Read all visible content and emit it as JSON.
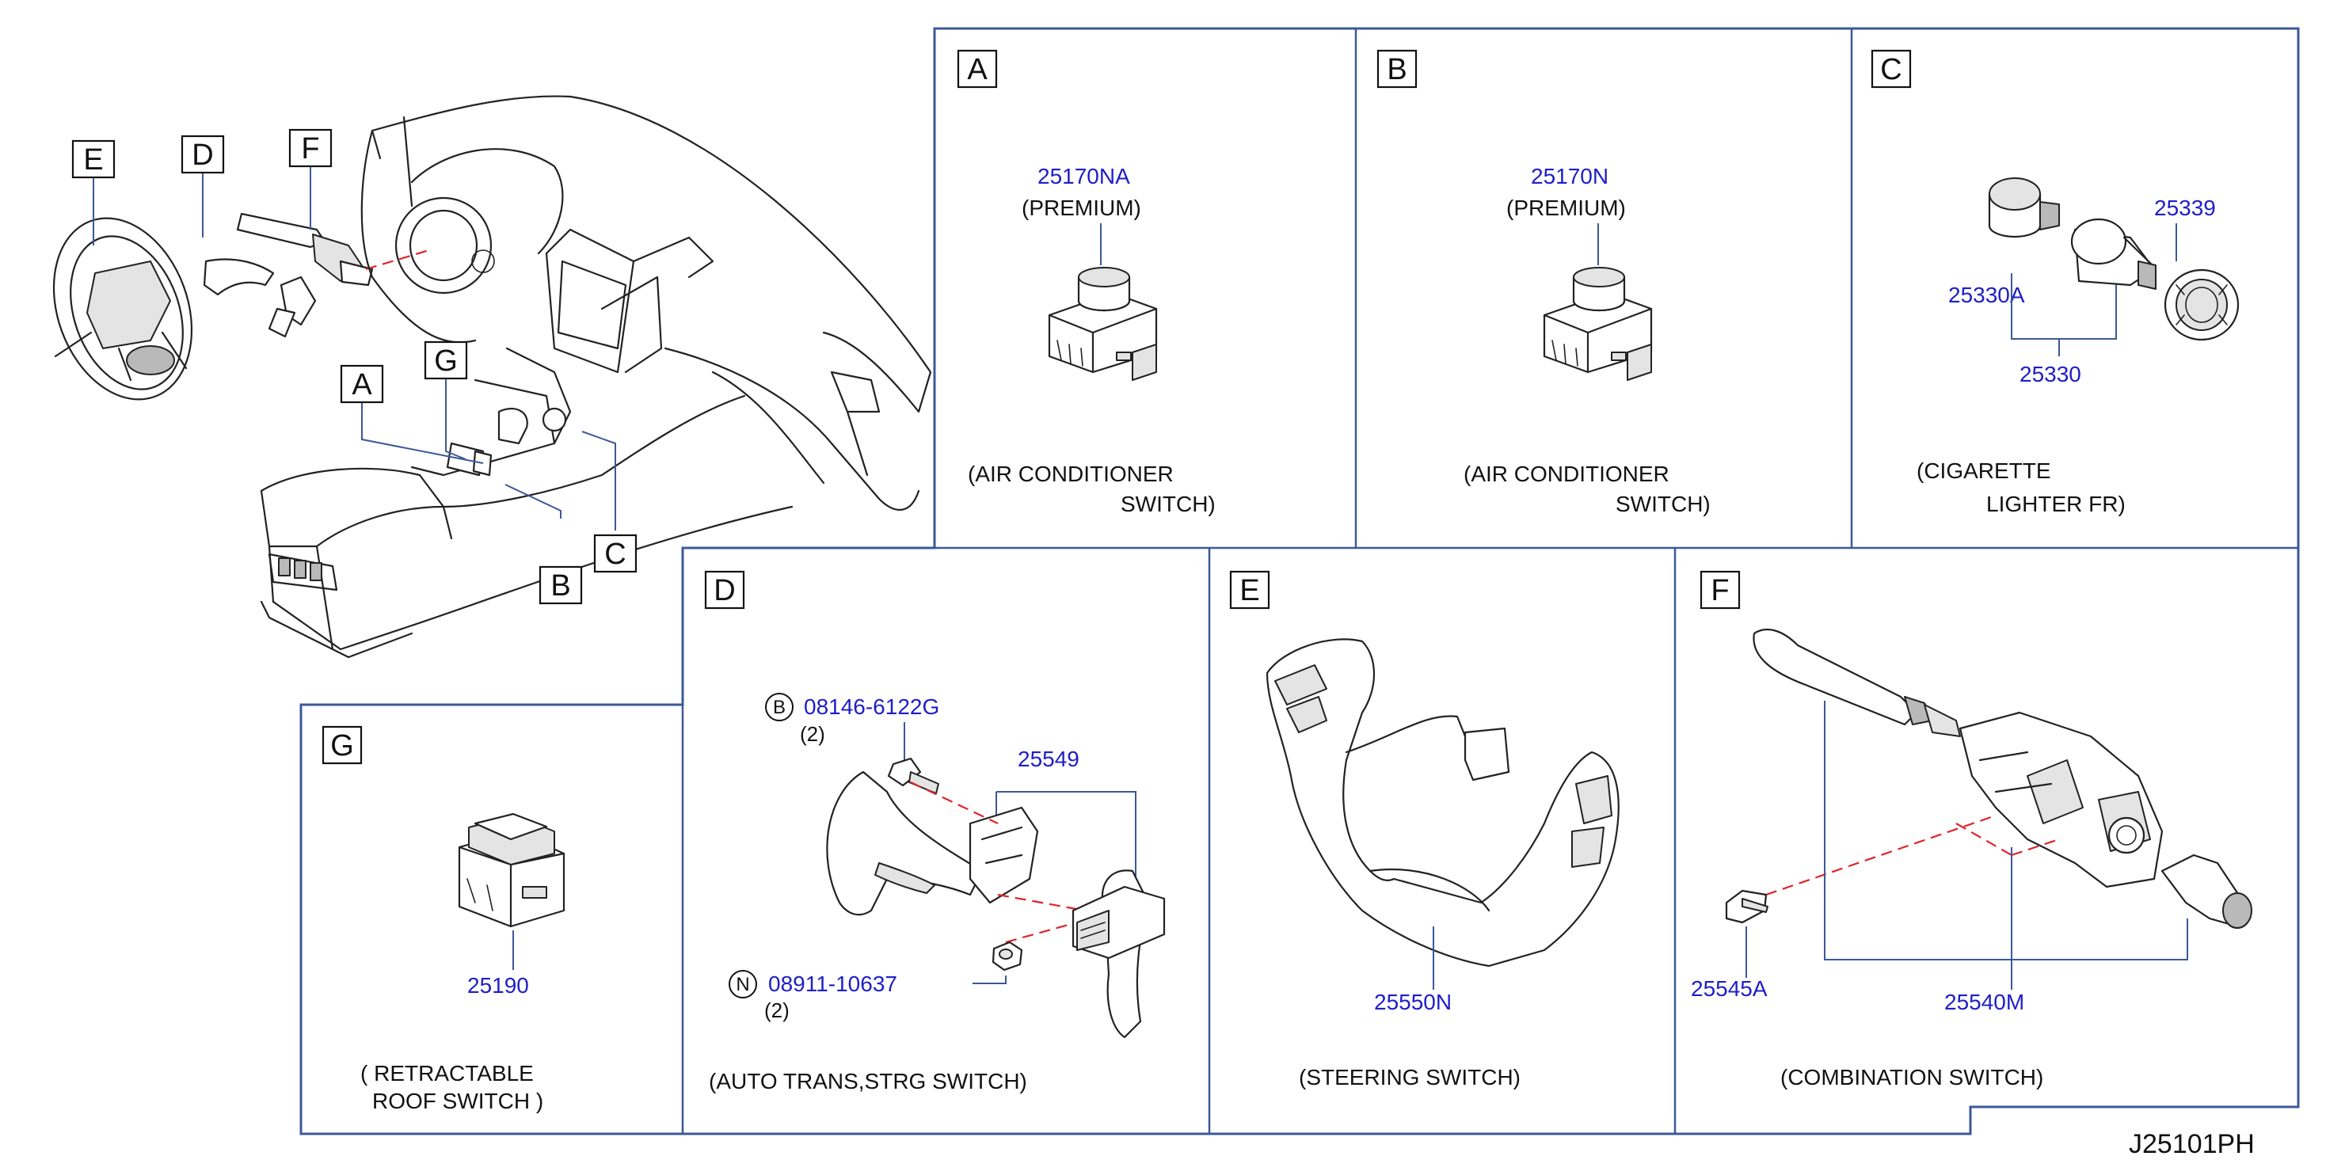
{
  "diagram_code": "J25101PH",
  "overview": {
    "letters": [
      "E",
      "D",
      "F",
      "G",
      "A",
      "C",
      "B"
    ]
  },
  "sections": {
    "A": {
      "letter": "A",
      "part": "25170NA",
      "note": "(PREMIUM)",
      "caption_1": "(AIR   CONDITIONER",
      "caption_2": "SWITCH)"
    },
    "B": {
      "letter": "B",
      "part": "25170N",
      "note": "(PREMIUM)",
      "caption_1": "(AIR   CONDITIONER",
      "caption_2": "SWITCH)"
    },
    "C": {
      "letter": "C",
      "part_a": "25339",
      "part_b": "25330A",
      "part_c": "25330",
      "caption_1": "(CIGARETTE",
      "caption_2": "LIGHTER   FR)"
    },
    "D": {
      "letter": "D",
      "bolt_symbol": "B",
      "bolt_part": "08146-6122G",
      "bolt_qty": "(2)",
      "part": "25549",
      "nut_symbol": "N",
      "nut_part": "08911-10637",
      "nut_qty": "(2)",
      "caption": "(AUTO   TRANS,STRG   SWITCH)"
    },
    "E": {
      "letter": "E",
      "part": "25550N",
      "caption": "(STEERING   SWITCH)"
    },
    "F": {
      "letter": "F",
      "part_a": "25545A",
      "part_b": "25540M",
      "caption": "(COMBINATION   SWITCH)"
    },
    "G": {
      "letter": "G",
      "part": "25190",
      "caption_1": "( RETRACTABLE",
      "caption_2": "ROOF   SWITCH )"
    }
  }
}
